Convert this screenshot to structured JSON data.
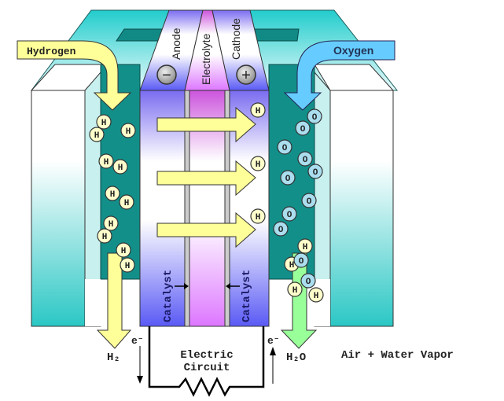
{
  "title": "Fuel Cell Diagram",
  "labels": {
    "hydrogen": "Hydrogen",
    "oxygen": "Oxygen",
    "anode": "Anode",
    "electrolyte": "Electrolyte",
    "cathode": "Cathode",
    "anode_sign": "−",
    "cathode_sign": "+",
    "catalyst_left": "Catalyst",
    "catalyst_right": "Catalyst",
    "electron_left": "e⁻",
    "electron_right": "e⁻",
    "h2_out": "H₂",
    "h2o_out": "H₂O",
    "circuit_line1": "Electric",
    "circuit_line2": "Circuit",
    "exhaust": "Air + Water Vapor",
    "proton": "H",
    "oxygen_atom": "O"
  },
  "colors": {
    "teal_dark": "#138f8a",
    "teal_light": "#33cccc",
    "hydrogen_arrow": "#ffff99",
    "oxygen_arrow": "#66ccff",
    "water_arrow": "#99ff99",
    "anode": "#6666ff",
    "electrolyte": "#e680ff",
    "proton_fill": "#ffffcc",
    "oxygen_fill": "#aaddee"
  }
}
